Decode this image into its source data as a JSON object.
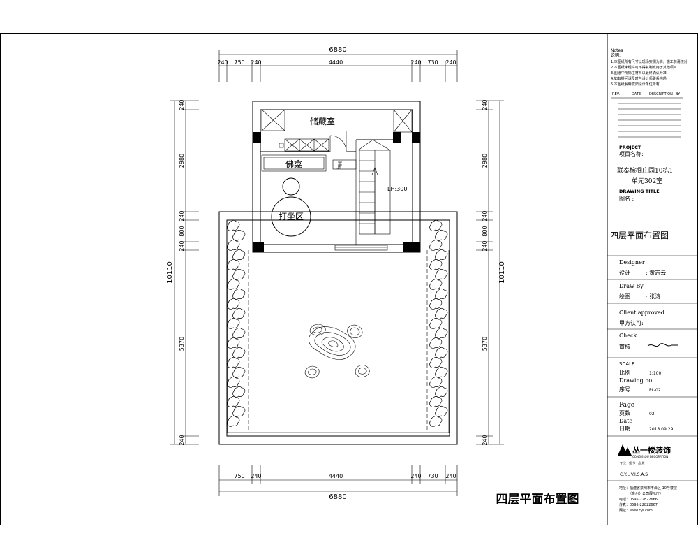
{
  "plan": {
    "rooms": {
      "storage": "储藏室",
      "shrine": "佛龛",
      "meditation": "打坐区",
      "elevation_note": "LH:300",
      "stair_label": "上"
    },
    "dimensions": {
      "top_overall": "6880",
      "top_segments": [
        "240",
        "750",
        "240",
        "4440",
        "240",
        "730",
        "240"
      ],
      "bottom_overall": "6880",
      "bottom_segments": [
        "750",
        "240",
        "4440",
        "240",
        "730",
        "240"
      ],
      "left_overall": "10110",
      "left_segments": [
        "240",
        "2980",
        "240",
        "800",
        "240",
        "5370",
        "240"
      ],
      "right_overall": "10110",
      "right_segments": [
        "240",
        "2980",
        "240",
        "800",
        "240",
        "5370",
        "240"
      ]
    },
    "drawing_caption": "四层平面布置图"
  },
  "title_block": {
    "notes_heading": "Notes",
    "notes_sub": "说明:",
    "notes_lines": [
      "1.本图纸所有尺寸以现场实测为准，施工前请核对",
      "2.本图纸未经许可不得复制或用于其他项目",
      "3.图纸中所标注材料以最终确认为准",
      "4.如有疑问请及时与设计师联系沟通",
      "5.本图纸解释权归设计单位所有"
    ],
    "revision_header": [
      "REV.",
      "DATE",
      "DESCRIPTION",
      "BY"
    ],
    "project_label": "PROJECT",
    "project_cn": "项目名称:",
    "project_name_1": "联泰棕榈庄园10栋1",
    "project_name_2": "单元302室",
    "drawing_title_label": "DRAWING TITLE",
    "drawing_title_cn": "图名  :",
    "drawing_title": "四层平面布置图",
    "designer_label": "Designer",
    "designer_cn": "设计",
    "designer_name": ": 黄志云",
    "drawn_label": "Draw By",
    "drawn_cn": "绘图",
    "drawn_name": ": 张涛",
    "client_label": "Client approved",
    "client_cn": "甲方认可:",
    "check_label": "Check",
    "check_cn": "审核",
    "scale_label": "SCALE",
    "scale_cn": "比例",
    "scale_value": "1:100",
    "drawing_no_label": "Drawing no",
    "drawing_no_cn": "序号",
    "drawing_no_value": "PL-02",
    "page_label": "Page",
    "page_cn": "页数",
    "page_value": "02",
    "date_label": "Date",
    "date_cn": "日期",
    "date_value": "2018.09.29",
    "company_cn": "丛一楼装饰",
    "company_en": "CONGYILOU DECORATION",
    "company_slogan": "专 注 · 细 节 · 品 质",
    "company_web": "C.Y.L.V.I.S.A.S",
    "address_lines": [
      "地址：福建省泉州市丰泽区 10号楼层",
      "（泉州分公司展示厅）",
      "电话：0595-22822666",
      "传真：0595-22822667",
      "网址：www.cyl.com"
    ]
  },
  "colors": {
    "ink": "#000000",
    "paper": "#ffffff"
  }
}
